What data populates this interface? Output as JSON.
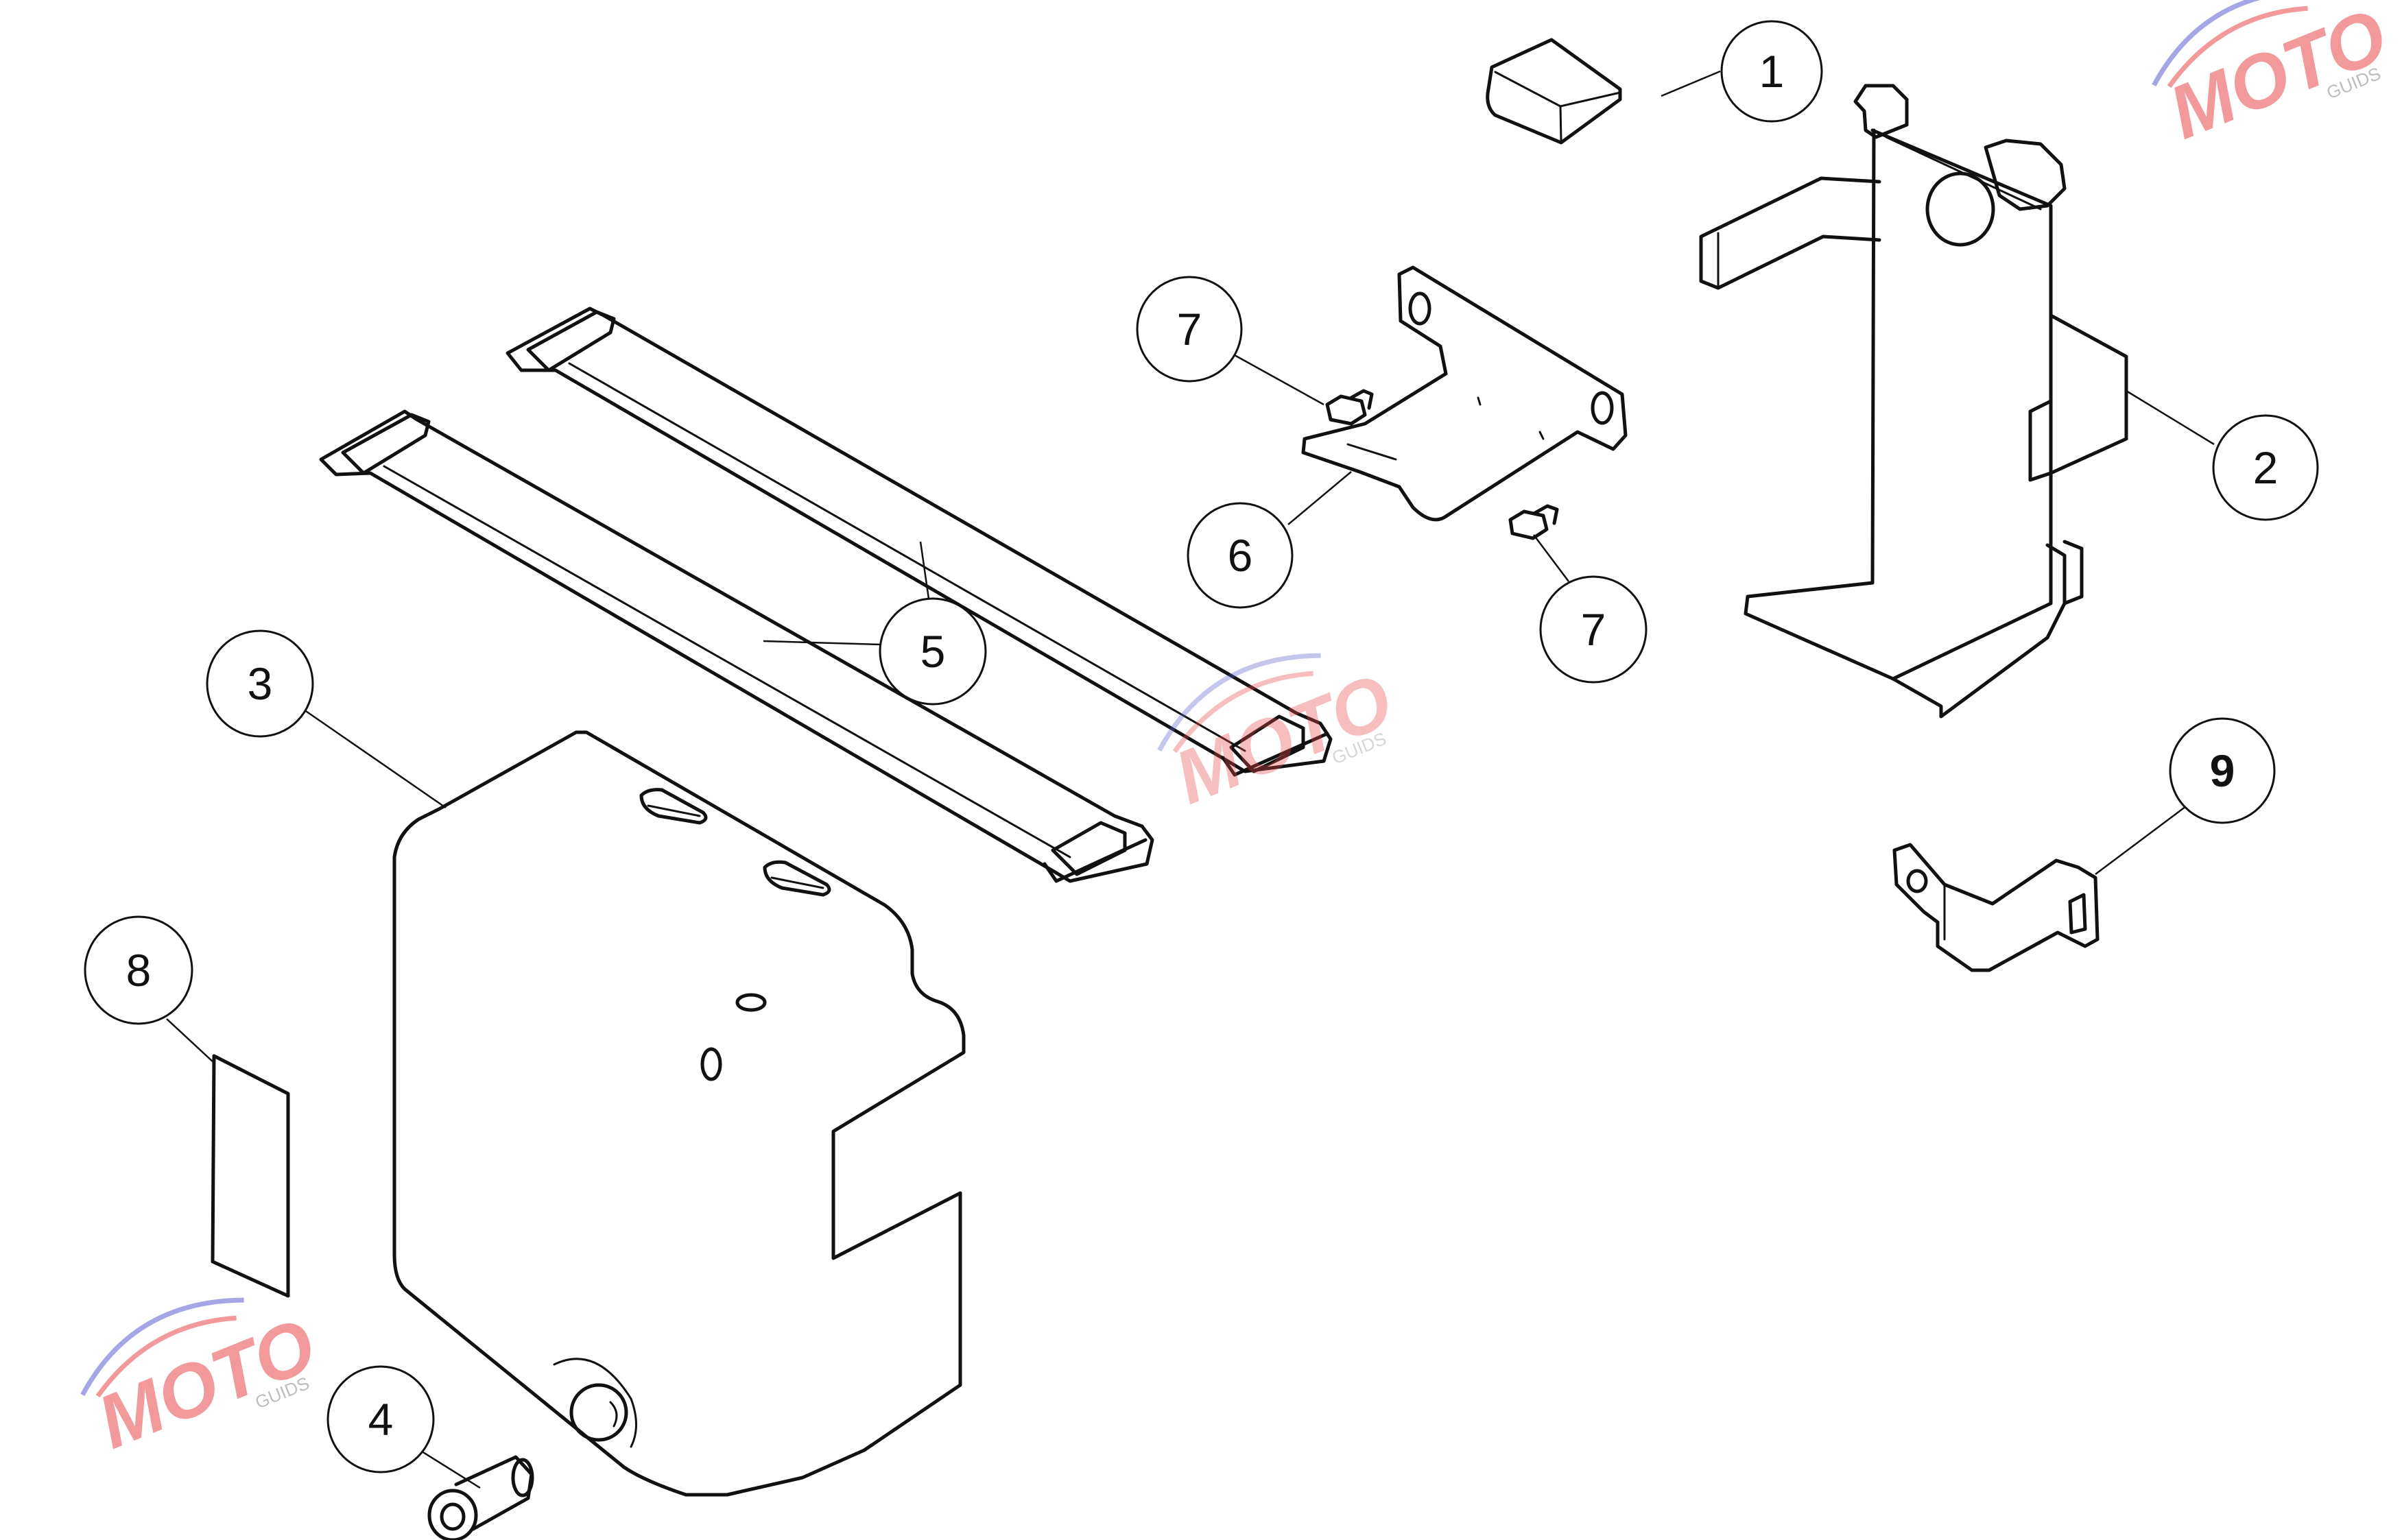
{
  "callouts": [
    {
      "id": "1",
      "label": "1"
    },
    {
      "id": "2",
      "label": "2"
    },
    {
      "id": "3",
      "label": "3"
    },
    {
      "id": "4",
      "label": "4"
    },
    {
      "id": "5",
      "label": "5"
    },
    {
      "id": "6",
      "label": "6"
    },
    {
      "id": "7a",
      "label": "7"
    },
    {
      "id": "7b",
      "label": "7"
    },
    {
      "id": "8",
      "label": "8"
    },
    {
      "id": "9",
      "label": "9"
    }
  ],
  "watermark": {
    "brand": "MOTO",
    "sub": "GUIDS",
    "colors": {
      "red": "#e8484b",
      "blue": "#5a5fd0",
      "gray": "#8a8a8a"
    }
  }
}
